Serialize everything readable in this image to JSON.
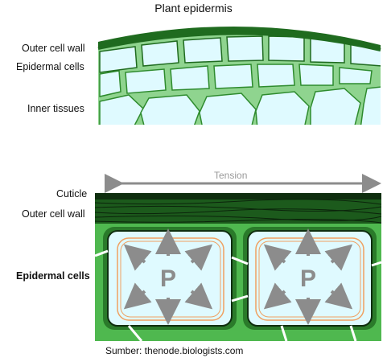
{
  "title": "Plant epidermis",
  "top_diagram": {
    "labels": [
      "Outer cell wall",
      "Epidermal cells",
      "Inner tissues"
    ]
  },
  "bottom_diagram": {
    "arrow_label": "Tension",
    "labels": [
      "Cuticle",
      "Outer cell wall",
      "Epidermal cells"
    ],
    "cell_letter": "P"
  },
  "source": "Sumber: thenode.biologists.com",
  "colors": {
    "wall_dark": "#1f6b1f",
    "wall_light": "#8fd48f",
    "cell_fill": "#dffaff",
    "cuticle": "#0f2e0f",
    "arrow_gray": "#8c8c8c",
    "membrane_orange": "#f0a060",
    "outer_green": "#4fb84f"
  }
}
